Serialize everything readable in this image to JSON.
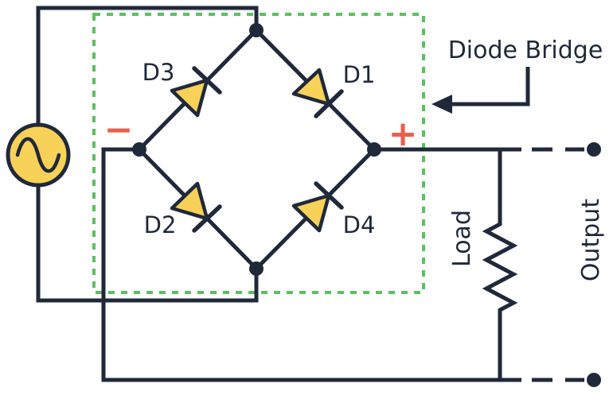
{
  "title": "Diode bridge rectifier circuit diagram",
  "colors": {
    "line": "#20293a",
    "diode_fill": "#f8d158",
    "source_fill": "#f8d158",
    "bridge_box": "#5cbf60",
    "polarity": "#e95f4b",
    "background": "#ffffff"
  },
  "labels": {
    "diode_bridge": "Diode Bridge",
    "d1": "D1",
    "d2": "D2",
    "d3": "D3",
    "d4": "D4",
    "plus": "+",
    "minus": "−",
    "load": "Load",
    "output": "Output"
  }
}
